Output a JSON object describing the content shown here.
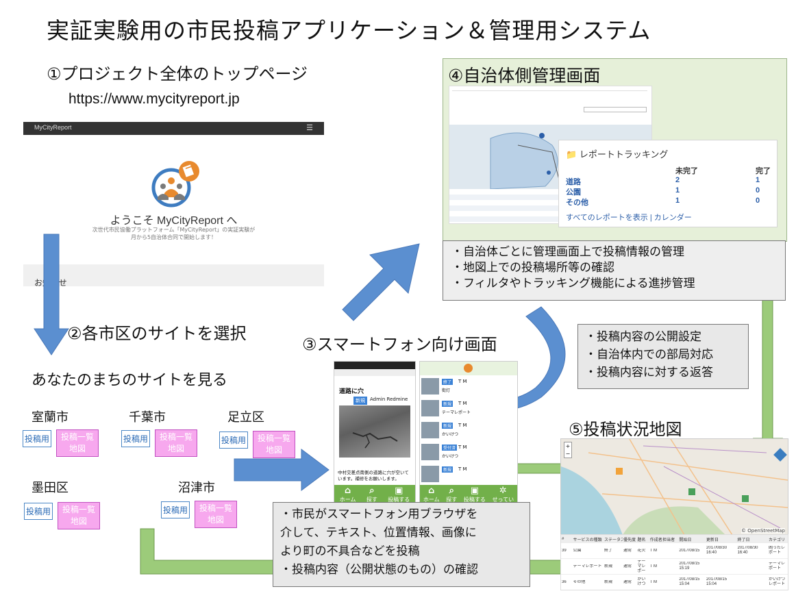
{
  "title": "実証実験用の市民投稿アプリケーション＆管理用システム",
  "section1": {
    "heading": "①プロジェクト全体のトップページ",
    "url": "https://www.mycityreport.jp",
    "brand": "MyCityReport",
    "welcome": "ようこそ MyCityReport へ",
    "sub1": "次世代市民協働プラットフォーム「MyCityReport」の実証実験が",
    "sub2": "月から5自治体合同で開始します！",
    "news": "お知らせ"
  },
  "section2": {
    "heading": "②各市区のサイトを選択",
    "prompt": "あなたのまちのサイトを見る",
    "post_label": "投稿用",
    "list_label1": "投稿一覧",
    "list_label2": "地図",
    "cities": [
      "室蘭市",
      "千葉市",
      "足立区",
      "墨田区",
      "沼津市"
    ]
  },
  "section3": {
    "heading": "③スマートフォン向け画面",
    "phone1_title": "道路に穴",
    "phone1_badge": "新規",
    "phone1_user": "Admin Redmine",
    "phone1_text": "中村交差点南側の道路に穴が空いています。補修をお願いします。",
    "tabs1": [
      "ホーム",
      "探す",
      "投稿する"
    ],
    "tabs2": [
      "ホーム",
      "探す",
      "投稿する",
      "せってい"
    ],
    "feed": [
      {
        "badge": "終了",
        "name": "T M",
        "text": "街灯"
      },
      {
        "badge": "新規",
        "name": "T M",
        "text": "テーマレポート"
      },
      {
        "badge": "新規",
        "name": "T M",
        "text": "かいけつ"
      },
      {
        "badge": "受付済",
        "name": "T M",
        "text": "かいけつ"
      },
      {
        "badge": "新規",
        "name": "T M",
        "text": ""
      }
    ]
  },
  "section4": {
    "heading": "④自治体側管理画面",
    "tracking_title": "レポートトラッキング",
    "col_open": "未完了",
    "col_done": "完了",
    "rows": [
      {
        "name": "道路",
        "open": "2",
        "done": "1"
      },
      {
        "name": "公園",
        "open": "1",
        "done": "0"
      },
      {
        "name": "その他",
        "open": "1",
        "done": "0"
      }
    ],
    "links": "すべてのレポートを表示 | カレンダー",
    "notes": [
      "・自治体ごとに管理画面上で投稿情報の管理",
      "・地図上での投稿場所等の確認",
      "・フィルタやトラッキング機能による進捗管理"
    ]
  },
  "middle_note": [
    "・投稿内容の公開設定",
    "・自治体内での部局対応",
    "・投稿内容に対する返答"
  ],
  "section5": {
    "heading": "⑤投稿状況地図",
    "attribution": "© OpenStreetMap",
    "table_head": [
      "#",
      "サービスの種類",
      "ステータス",
      "優先度",
      "題名",
      "作成者",
      "担当者",
      "開始日",
      "更新日",
      "終了日",
      "カテゴリ"
    ],
    "table_rows": [
      [
        "39",
        "公園",
        "終了",
        "通常",
        "花火",
        "T M",
        "",
        "2017/08/15",
        "2017/08/30 16:40",
        "2017/08/30 16:40",
        "困ったレポート"
      ],
      [
        "",
        "テーマレポート",
        "新規",
        "通常",
        "テーマレポート",
        "T M",
        "",
        "2017/08/15 15:19",
        "",
        "",
        "テーマレポート"
      ],
      [
        "36",
        "その他",
        "新規",
        "通常",
        "かいけつ",
        "T M",
        "",
        "2017/08/15 15:04",
        "2017/08/15 15:04",
        "",
        "かいけつレポート"
      ]
    ]
  },
  "bottom_note": [
    "・市民がスマートフォン用ブラウザを",
    "介して、テキスト、位置情報、画像に",
    "より町の不具合などを投稿",
    "・投稿内容（公開状態のもの）の確認"
  ],
  "colors": {
    "blue_arrow": "#5b8fd0",
    "green_arrow": "#9ccb7a",
    "admin_bg": "#e6f0d9",
    "pink": "#f7a8ee",
    "app_green": "#72b04a"
  }
}
